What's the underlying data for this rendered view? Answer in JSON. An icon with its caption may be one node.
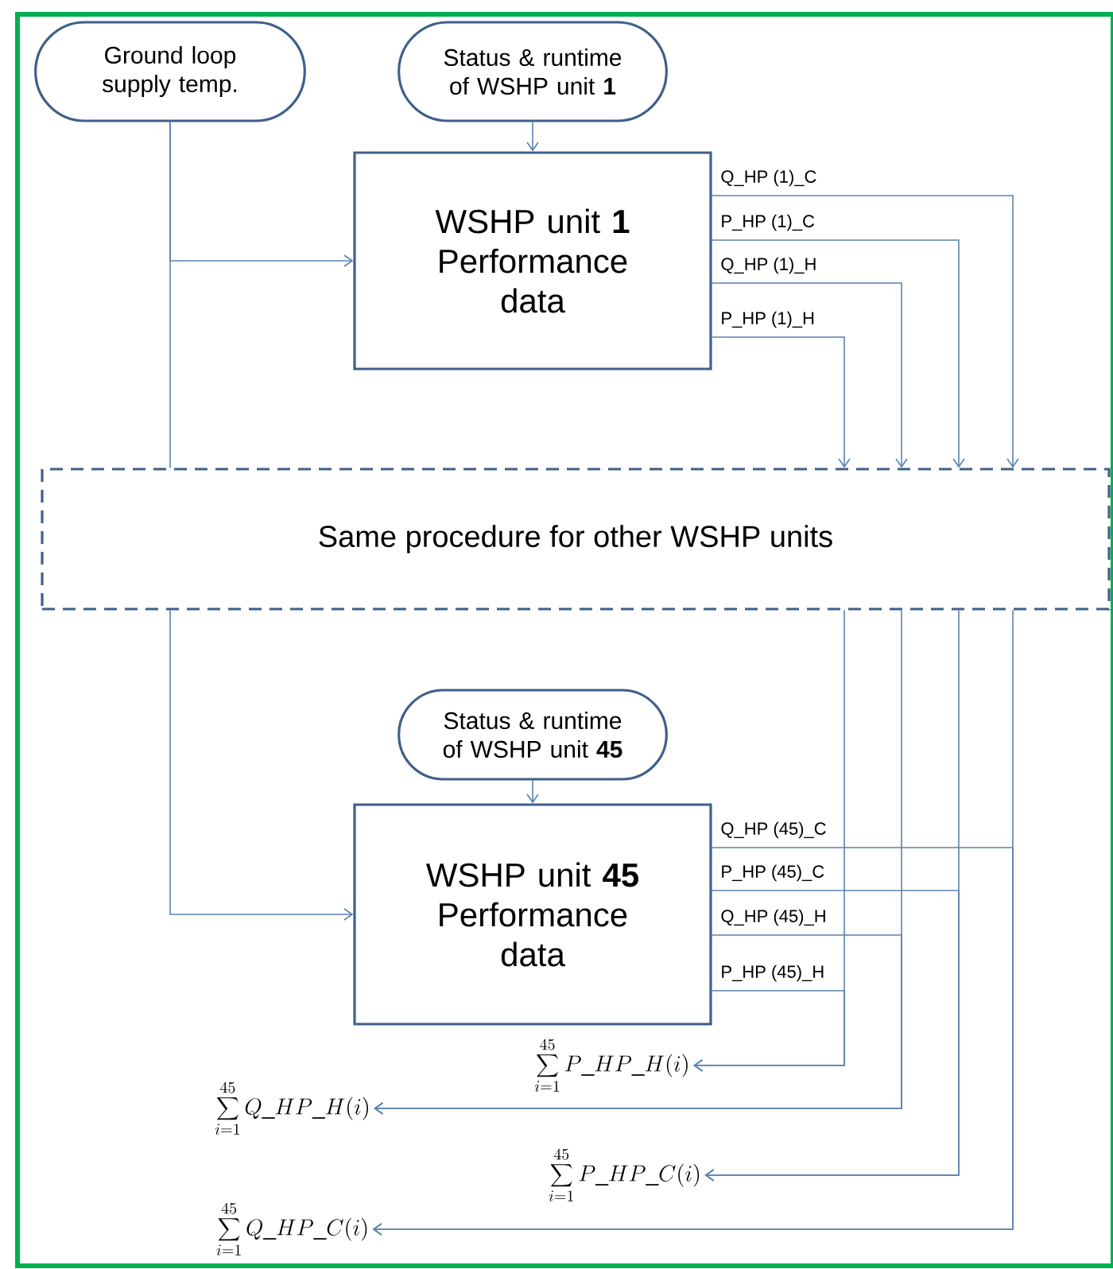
{
  "diagram": {
    "nodes": [
      {
        "text": [
          "Ground loop supply temp."
        ]
      },
      {
        "text": [
          "Status & runtime of WSHP unit **1**"
        ]
      },
      {
        "text": [
          "WSHP unit **1** Performance data"
        ]
      },
      {
        "text": [
          "Same procedure for other WSHP units"
        ]
      },
      {
        "text": [
          "Status & runtime of WSHP unit **45**"
        ]
      },
      {
        "text": [
          "WSHP unit **45** Performance data"
        ]
      },
      {
        "text": [
          "\\sum_{i=1}^{45} P\\_HP\\_H(i)"
        ]
      },
      {
        "text": [
          "\\sum_{i=1}^{45} Q\\_HP\\_H(i)"
        ]
      },
      {
        "text": [
          "\\sum_{i=1}^{45} P\\_HP\\_C(i)"
        ]
      },
      {
        "text": [
          "\\sum_{i=1}^{45} Q\\_HP\\_C(i)"
        ]
      }
    ],
    "edges": [
      {
        "from": 0,
        "to": 2,
        "arrow": "to"
      },
      {
        "from": 0,
        "to": 3,
        "arrow": "none"
      },
      {
        "from": 1,
        "to": 2,
        "arrow": "to"
      },
      {
        "from": 2,
        "to": 3,
        "arrow": "to",
        "label": "Q_HP (1)_C"
      },
      {
        "from": 2,
        "to": 3,
        "arrow": "to",
        "label": "P_HP (1)_C"
      },
      {
        "from": 2,
        "to": 3,
        "arrow": "to",
        "label": "Q_HP (1)_H"
      },
      {
        "from": 2,
        "to": 3,
        "arrow": "to",
        "label": "P_HP (1)_H"
      },
      {
        "from": 3,
        "to": 5,
        "arrow": "to"
      },
      {
        "from": 4,
        "to": 5,
        "arrow": "to"
      },
      {
        "from": 3,
        "to": 6,
        "arrow": "to"
      },
      {
        "from": 3,
        "to": 7,
        "arrow": "to"
      },
      {
        "from": 3,
        "to": 8,
        "arrow": "to"
      },
      {
        "from": 3,
        "to": 9,
        "arrow": "to"
      },
      {
        "from": 5,
        "to": 9,
        "arrow": "to",
        "label": "Q_HP (45)_C"
      },
      {
        "from": 5,
        "to": 8,
        "arrow": "to",
        "label": "P_HP (45)_C"
      },
      {
        "from": 5,
        "to": 7,
        "arrow": "to",
        "label": "Q_HP (45)_H"
      },
      {
        "from": 5,
        "to": 6,
        "arrow": "to",
        "label": "P_HP (45)_H"
      }
    ]
  }
}
